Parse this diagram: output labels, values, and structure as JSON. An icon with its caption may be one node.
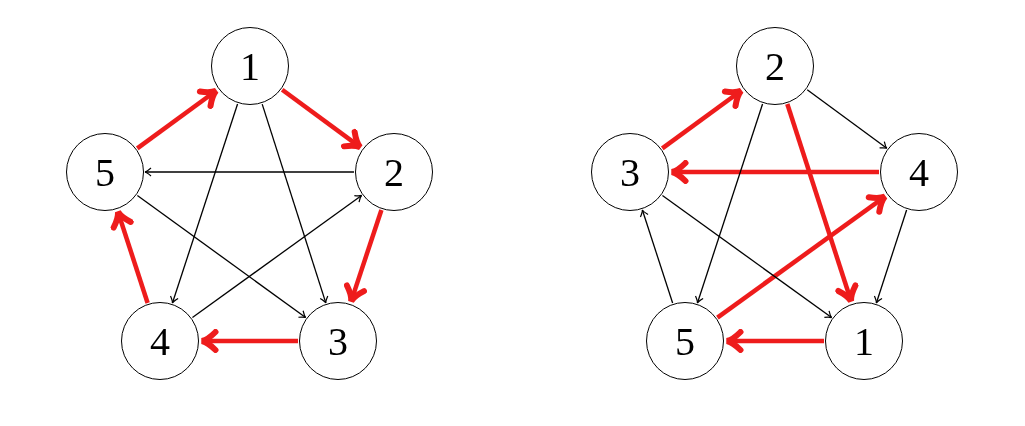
{
  "diagram": {
    "nodes": [
      {
        "text": [
          "1"
        ]
      },
      {
        "text": [
          "5"
        ]
      },
      {
        "text": [
          "2"
        ]
      },
      {
        "text": [
          "4"
        ]
      },
      {
        "text": [
          "3"
        ]
      },
      {
        "text": [
          "2"
        ]
      },
      {
        "text": [
          "3"
        ]
      },
      {
        "text": [
          "4"
        ]
      },
      {
        "text": [
          "5"
        ]
      },
      {
        "text": [
          "1"
        ]
      }
    ],
    "edges": [
      {
        "from": 1,
        "to": 0,
        "arrow": "to",
        "style": "thick",
        "color": "#ee1c1c"
      },
      {
        "from": 0,
        "to": 2,
        "arrow": "to",
        "style": "thick",
        "color": "#ee1c1c"
      },
      {
        "from": 2,
        "to": 4,
        "arrow": "to",
        "style": "thick",
        "color": "#ee1c1c"
      },
      {
        "from": 4,
        "to": 3,
        "arrow": "to",
        "style": "thick",
        "color": "#ee1c1c"
      },
      {
        "from": 3,
        "to": 1,
        "arrow": "to",
        "style": "thick",
        "color": "#ee1c1c"
      },
      {
        "from": 2,
        "to": 1,
        "arrow": "to",
        "color": "#000000"
      },
      {
        "from": 0,
        "to": 3,
        "arrow": "to",
        "color": "#000000"
      },
      {
        "from": 0,
        "to": 4,
        "arrow": "to",
        "color": "#000000"
      },
      {
        "from": 3,
        "to": 2,
        "arrow": "to",
        "color": "#000000"
      },
      {
        "from": 1,
        "to": 4,
        "arrow": "to",
        "color": "#000000"
      },
      {
        "from": 6,
        "to": 5,
        "arrow": "to",
        "style": "thick",
        "color": "#ee1c1c"
      },
      {
        "from": 7,
        "to": 6,
        "arrow": "to",
        "style": "thick",
        "color": "#ee1c1c"
      },
      {
        "from": 5,
        "to": 9,
        "arrow": "to",
        "style": "thick",
        "color": "#ee1c1c"
      },
      {
        "from": 9,
        "to": 8,
        "arrow": "to",
        "style": "thick",
        "color": "#ee1c1c"
      },
      {
        "from": 8,
        "to": 7,
        "arrow": "to",
        "style": "thick",
        "color": "#ee1c1c"
      },
      {
        "from": 5,
        "to": 7,
        "arrow": "to",
        "color": "#000000"
      },
      {
        "from": 5,
        "to": 8,
        "arrow": "to",
        "color": "#000000"
      },
      {
        "from": 7,
        "to": 9,
        "arrow": "to",
        "color": "#000000"
      },
      {
        "from": 6,
        "to": 9,
        "arrow": "to",
        "color": "#000000"
      },
      {
        "from": 8,
        "to": 6,
        "arrow": "to",
        "color": "#000000"
      }
    ]
  }
}
